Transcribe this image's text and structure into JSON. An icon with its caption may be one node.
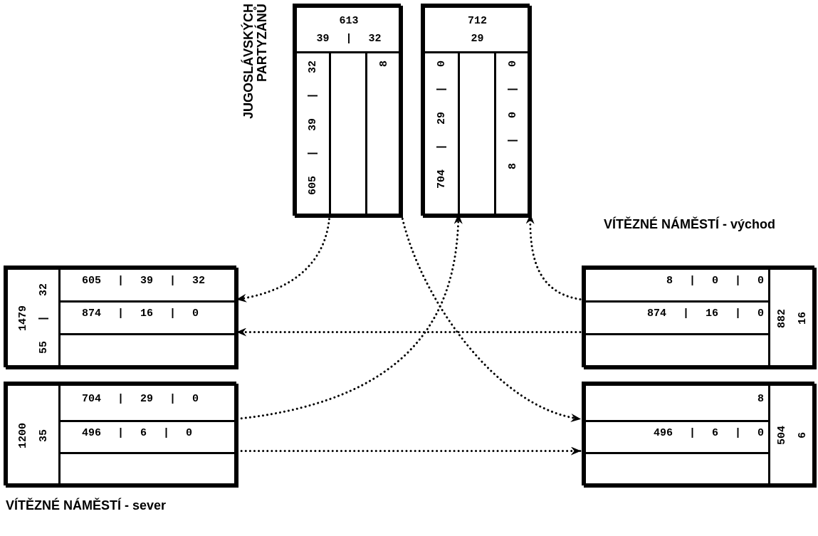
{
  "diagram": {
    "nodes": [
      {
        "text": [],
        "shape": "box"
      },
      {
        "text": [
          "613",
          "39 | 32"
        ],
        "in": 0
      },
      {
        "text": [
          "605 | 39 | 32"
        ],
        "in": 0
      },
      {
        "text": [],
        "shape": "box",
        "in": 0
      },
      {
        "text": [
          "8"
        ],
        "in": 0
      },
      {
        "text": [],
        "shape": "box"
      },
      {
        "text": [
          "712",
          "29"
        ],
        "in": 5
      },
      {
        "text": [
          "704 | 29 | 0"
        ],
        "in": 5
      },
      {
        "text": [],
        "shape": "box",
        "in": 5
      },
      {
        "text": [
          "8 | 0 | 0"
        ],
        "in": 5
      },
      {
        "text": [],
        "shape": "box"
      },
      {
        "text": [
          "1479",
          "55 | 32"
        ],
        "in": 10
      },
      {
        "text": [
          "605 | 39 | 32"
        ],
        "in": 10
      },
      {
        "text": [
          "874 | 16 | 0"
        ],
        "in": 10
      },
      {
        "text": [],
        "shape": "box",
        "in": 10
      },
      {
        "text": [],
        "shape": "box"
      },
      {
        "text": [
          "8 | 0 | 0"
        ],
        "in": 15
      },
      {
        "text": [
          "874 | 16 | 0"
        ],
        "in": 15
      },
      {
        "text": [],
        "shape": "box",
        "in": 15
      },
      {
        "text": [
          "882",
          "16"
        ],
        "in": 15
      },
      {
        "text": [],
        "shape": "box"
      },
      {
        "text": [
          "1200",
          "35"
        ],
        "in": 20
      },
      {
        "text": [
          "704 | 29 | 0"
        ],
        "in": 20
      },
      {
        "text": [
          "496 | 6 | 0"
        ],
        "in": 20
      },
      {
        "text": [],
        "shape": "box",
        "in": 20
      },
      {
        "text": [],
        "shape": "box"
      },
      {
        "text": [
          "8"
        ],
        "in": 25
      },
      {
        "text": [
          "496 | 6 | 0"
        ],
        "in": 25
      },
      {
        "text": [],
        "shape": "box",
        "in": 25
      },
      {
        "text": [
          "504",
          "6"
        ],
        "in": 25
      }
    ],
    "edges": [
      {
        "from": 2,
        "to": 12,
        "arrow": "to"
      },
      {
        "from": 4,
        "to": 26,
        "arrow": "to"
      },
      {
        "from": 22,
        "to": 7,
        "arrow": "to"
      },
      {
        "from": 23,
        "to": 27,
        "arrow": "to"
      },
      {
        "from": 16,
        "to": 9,
        "arrow": "to"
      },
      {
        "from": 17,
        "to": 13,
        "arrow": "to"
      }
    ],
    "labels": [
      "JUGOSLÁVSKÝCH PARTYZÁNŮ",
      "VÍTĚZNÉ NÁMĚSTÍ - východ",
      "VÍTĚZNÉ NÁMĚSTÍ - sever"
    ]
  }
}
